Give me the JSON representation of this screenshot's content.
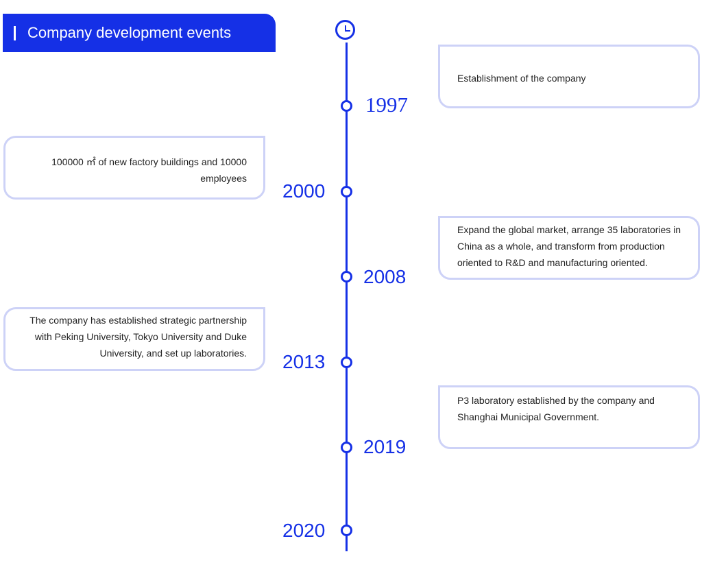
{
  "header": {
    "title": "Company development events"
  },
  "colors": {
    "accent": "#1530e6",
    "card_border": "#cdd2f7"
  },
  "icons": {
    "timeline_start": "clock-icon"
  },
  "events": [
    {
      "year": "1997",
      "text": "Establishment of the company"
    },
    {
      "year": "2000",
      "text": "100000 ㎡ of new factory buildings and 10000 employees"
    },
    {
      "year": "2008",
      "text": "Expand the global market, arrange 35 laboratories in China as a whole, and transform from production oriented to R&D and manufacturing oriented."
    },
    {
      "year": "2013",
      "text": "The company has established strategic partnership with Peking University, Tokyo University and Duke University, and set up laboratories."
    },
    {
      "year": "2019",
      "text": "P3 laboratory established by the company and Shanghai Municipal Government."
    },
    {
      "year": "2020"
    }
  ]
}
